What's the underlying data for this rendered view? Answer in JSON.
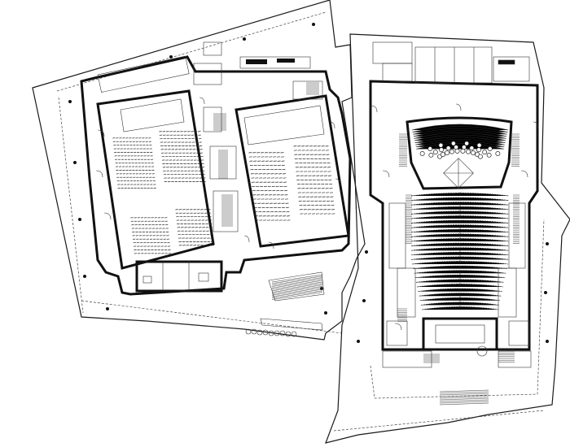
{
  "drawing": {
    "type": "architectural-floor-plan",
    "line_color": "#111111",
    "background": "#ffffff",
    "left_building": {
      "halls": [
        {
          "seat_blocks": [
            {
              "rows": 15,
              "cols": 12
            },
            {
              "rows": 15,
              "cols": 12
            },
            {
              "rows": 11,
              "cols": 11
            },
            {
              "rows": 11,
              "cols": 10
            }
          ]
        },
        {
          "seat_blocks": [
            {
              "rows": 17,
              "cols": 9
            },
            {
              "rows": 17,
              "cols": 9
            }
          ]
        }
      ]
    },
    "right_building": {
      "fan_seats": {
        "rows": 10
      },
      "round_tables": 28,
      "stalls": {
        "rows": 26
      }
    }
  }
}
